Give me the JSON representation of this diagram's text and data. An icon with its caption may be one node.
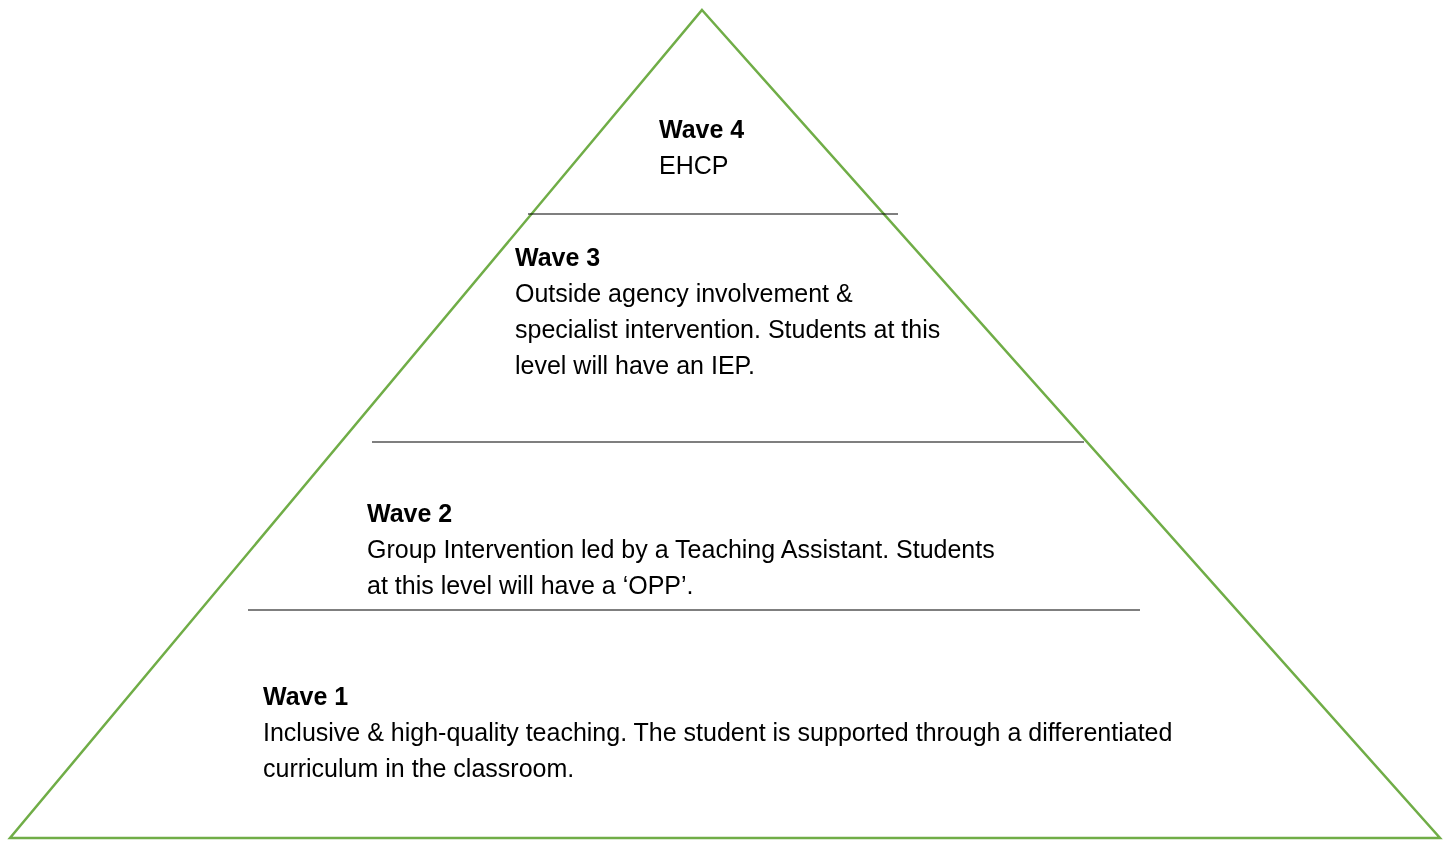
{
  "diagram": {
    "nodes": [
      {
        "text": [
          "Wave 4",
          "EHCP"
        ]
      },
      {
        "text": [
          "Wave 3",
          "Outside agency involvement & specialist intervention. Students at this level will have an IEP."
        ]
      },
      {
        "text": [
          "Wave 2",
          "Group Intervention led by a Teaching Assistant. Students at this level will have a ‘OPP’."
        ]
      },
      {
        "text": [
          "Wave 1",
          "Inclusive & high-quality teaching. The student is supported through a differentiated curriculum in the classroom."
        ]
      }
    ],
    "edges": []
  }
}
